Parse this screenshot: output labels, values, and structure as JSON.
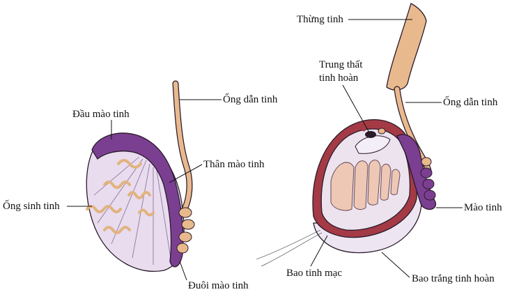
{
  "labels": {
    "dau_mao_tinh": "Đầu mào tinh",
    "ong_sinh_tinh": "Ống sinh tinh",
    "than_mao_tinh_left": "Thân mào tinh",
    "ong_dan_tinh_left": "Ống dẫn tinh",
    "duoi_mao_tinh": "Đuôi mào tinh",
    "thung_tinh": "Thừng tinh",
    "trung_that_line1": "Trung thất",
    "trung_that_line2": "tinh hoàn",
    "ong_dan_tinh_right": "Ống dẫn tinh",
    "mao_tinh": "Mào tinh",
    "bao_tinh_mac": "Bao tinh mạc",
    "bao_trang_tinh_hoan": "Bao trắng tinh hoàn"
  },
  "colors": {
    "testis_fill": "#e8dcee",
    "epididymis": "#7b3f91",
    "duct": "#e9b98e",
    "lobule": "#eec8b4",
    "tunica_red": "#a33a45"
  }
}
